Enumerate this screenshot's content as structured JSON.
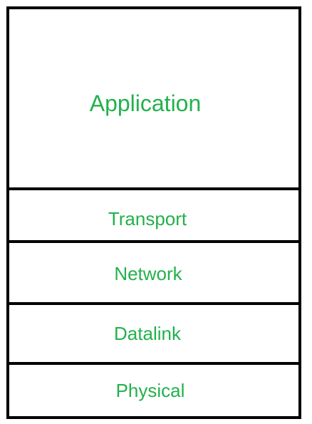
{
  "diagram": {
    "layers": [
      {
        "id": "application",
        "label": "Application"
      },
      {
        "id": "transport",
        "label": "Transport"
      },
      {
        "id": "network",
        "label": "Network"
      },
      {
        "id": "datalink",
        "label": "Datalink"
      },
      {
        "id": "physical",
        "label": "Physical"
      }
    ],
    "colors": {
      "label": "#22b14c",
      "border": "#000000",
      "background": "#ffffff"
    }
  }
}
